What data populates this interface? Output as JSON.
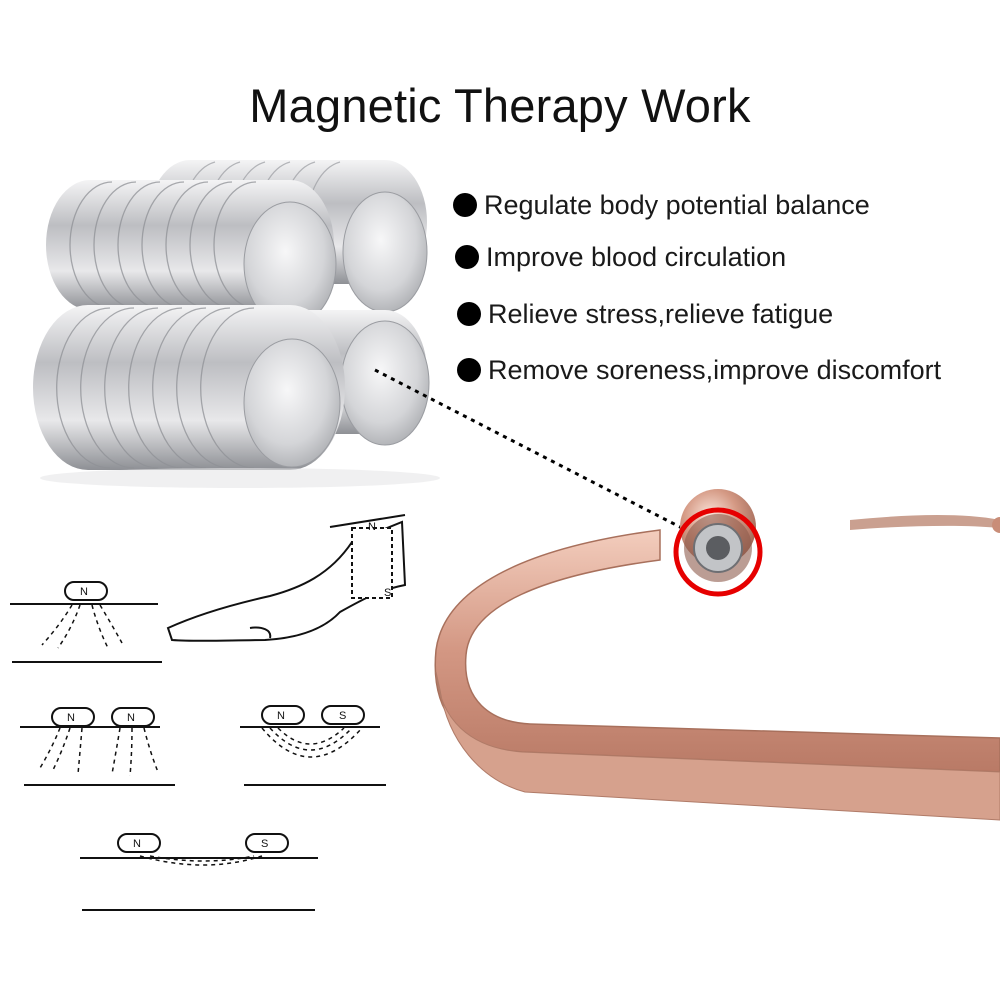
{
  "title": "Magnetic Therapy Work",
  "benefits": [
    "Regulate body potential balance",
    "Improve blood circulation",
    "Relieve stress,relieve fatigue",
    "Remove soreness,improve discomfort"
  ],
  "diagram_labels": {
    "north": "N",
    "south": "S"
  },
  "colors": {
    "magnet_silver": "#c9cacd",
    "copper": "#d9a18c",
    "highlight_circle": "#e60000",
    "text": "#111111"
  },
  "icons": [
    "bullet-icon",
    "magnet-stack",
    "bracelet",
    "magnetic-field-diagram"
  ]
}
